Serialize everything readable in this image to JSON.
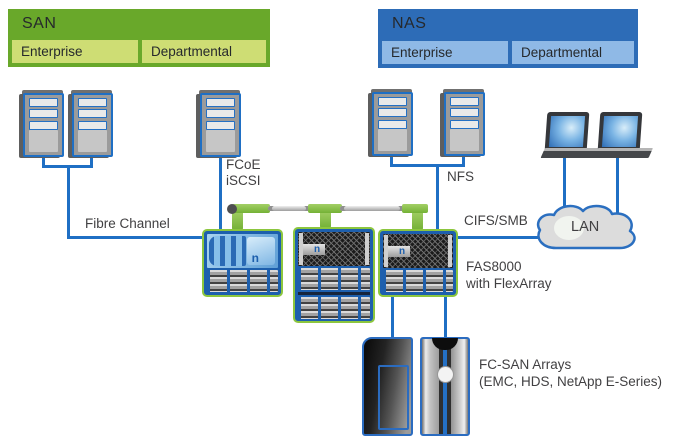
{
  "san": {
    "title": "SAN",
    "enterprise": "Enterprise",
    "departmental": "Departmental"
  },
  "nas": {
    "title": "NAS",
    "enterprise": "Enterprise",
    "departmental": "Departmental"
  },
  "connections": {
    "fibre_channel": "Fibre Channel",
    "fcoe": "FCoE",
    "iscsi": "iSCSI",
    "nfs": "NFS",
    "cifs_smb": "CIFS/SMB",
    "lan": "LAN"
  },
  "storage": {
    "fas_label_line1": "FAS8000",
    "fas_label_line2": "with FlexArray",
    "fcsan_label_line1": "FC-SAN Arrays",
    "fcsan_label_line2": "(EMC, HDS, NetApp E-Series)",
    "netapp_logo": "n"
  },
  "icons": {
    "server": "server-tower-icon",
    "client": "laptop-icon",
    "lan_cloud": "cloud-icon",
    "fas_controller": "fas-controller-icon",
    "disk_shelf": "disk-shelf-icon",
    "fc_san_array": "fc-san-array-icon",
    "cluster_interconnect": "cluster-interconnect-icon"
  },
  "colors": {
    "san_green": "#69a82a",
    "san_light_green": "#cedd74",
    "nas_blue": "#2d6cb7",
    "nas_light_blue": "#8fb9e6",
    "wire_blue": "#1f6fc4",
    "cluster_green": "#7cb83e",
    "array_outline_green": "#8cc63e",
    "array_body_blue": "#1d5fad",
    "label_text": "#414042"
  }
}
